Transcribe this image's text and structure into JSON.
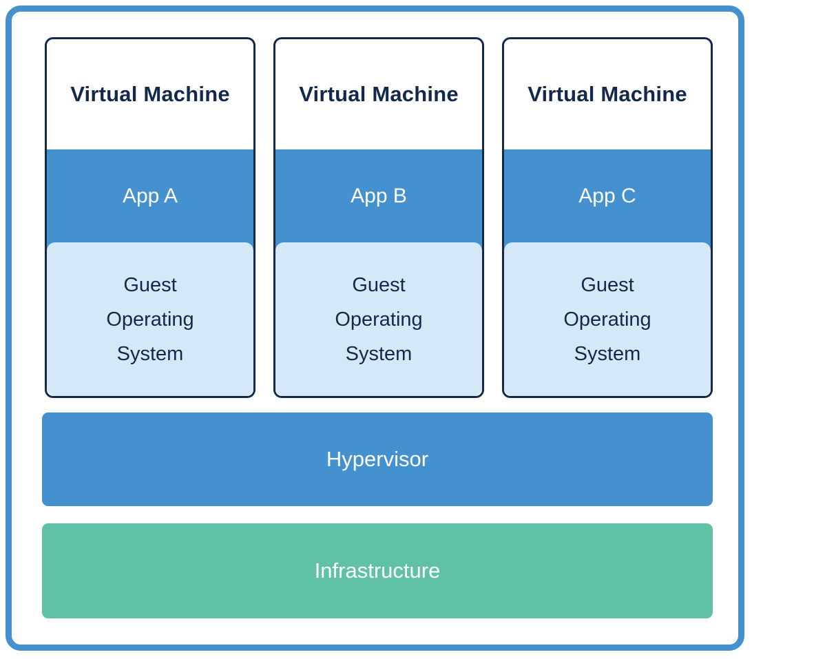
{
  "colors": {
    "frame_blue": "#4590ce",
    "app_band_blue": "#4590ce",
    "guest_light_blue": "#d4e8f7",
    "infrastructure_green": "#5fc2a7",
    "navy_text": "#13294b",
    "white_text": "#ffffff"
  },
  "vms": [
    {
      "title": "Virtual Machine",
      "app": "App A",
      "guest_lines": [
        "Guest",
        "Operating",
        "System"
      ]
    },
    {
      "title": "Virtual Machine",
      "app": "App B",
      "guest_lines": [
        "Guest",
        "Operating",
        "System"
      ]
    },
    {
      "title": "Virtual Machine",
      "app": "App C",
      "guest_lines": [
        "Guest",
        "Operating",
        "System"
      ]
    }
  ],
  "layers": {
    "hypervisor": "Hypervisor",
    "infrastructure": "Infrastructure"
  }
}
